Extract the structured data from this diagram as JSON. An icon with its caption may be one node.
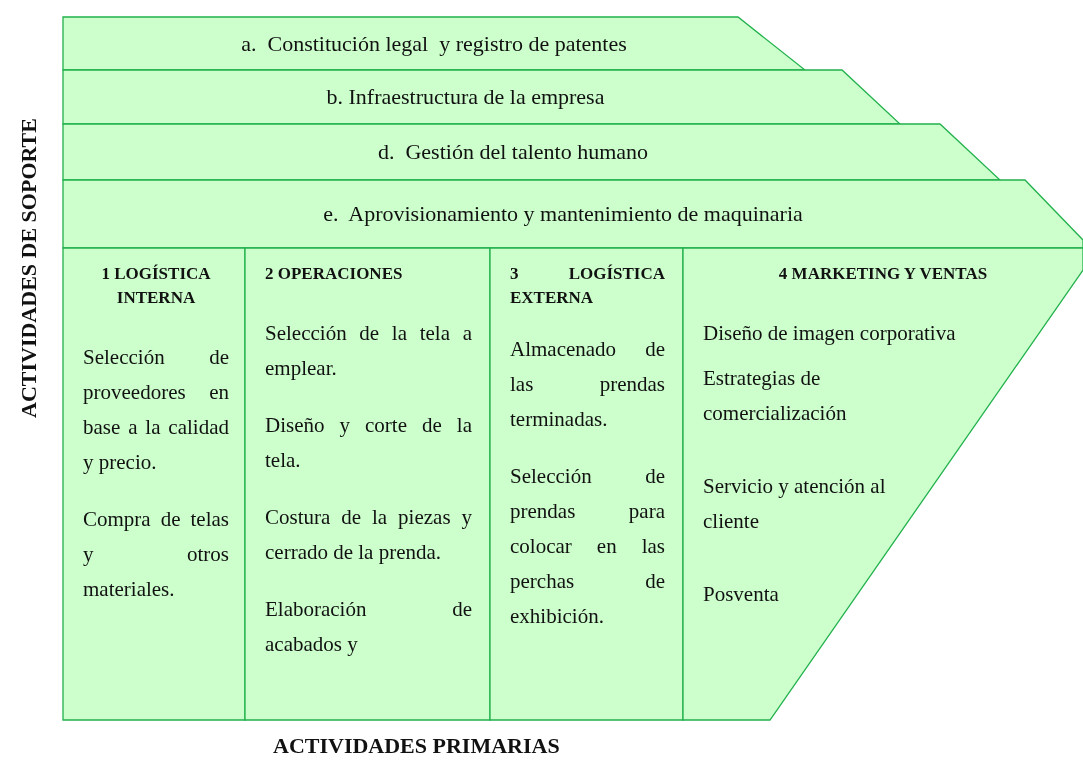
{
  "diagram": {
    "nodes": [
      {
        "text": [
          "a.  Constitución legal  y registro de patentes"
        ]
      },
      {
        "text": [
          "b. Infraestructura de la empresa"
        ]
      },
      {
        "text": [
          "d.  Gestión del talento humano"
        ]
      },
      {
        "text": [
          "e.  Aprovisionamiento y mantenimiento de maquinaria"
        ]
      },
      {
        "text": [
          "1 LOGÍSTICA INTERNA",
          "Selección de proveedores en base a la calidad y precio.",
          "Compra de telas y otros materiales."
        ]
      },
      {
        "text": [
          "2 OPERACIONES",
          "Selección de la tela a emplear.",
          "Diseño y corte de la tela.",
          "Costura de la piezas y cerrado de la prenda.",
          "Elaboración de acabados y"
        ]
      },
      {
        "text": [
          "3 LOGÍSTICA EXTERNA",
          "Almacenado de las prendas terminadas.",
          "Selección de prendas para colocar en las perchas de exhibición."
        ]
      },
      {
        "text": [
          "4 MARKETING Y VENTAS",
          "Diseño de imagen corporativa",
          "Estrategias de comercialización",
          "Servicio y atención al cliente",
          "Posventa"
        ]
      }
    ],
    "labels": [
      "ACTIVIDADES DE SOPORTE",
      "ACTIVIDADES PRIMARIAS"
    ]
  }
}
